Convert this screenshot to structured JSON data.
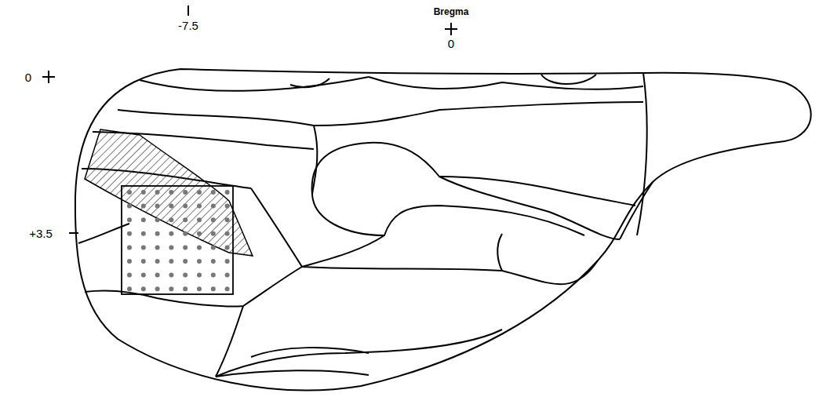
{
  "diagram": {
    "labels": [
      "Bregma",
      "-7.5",
      "0",
      "0",
      "+3.5"
    ]
  }
}
